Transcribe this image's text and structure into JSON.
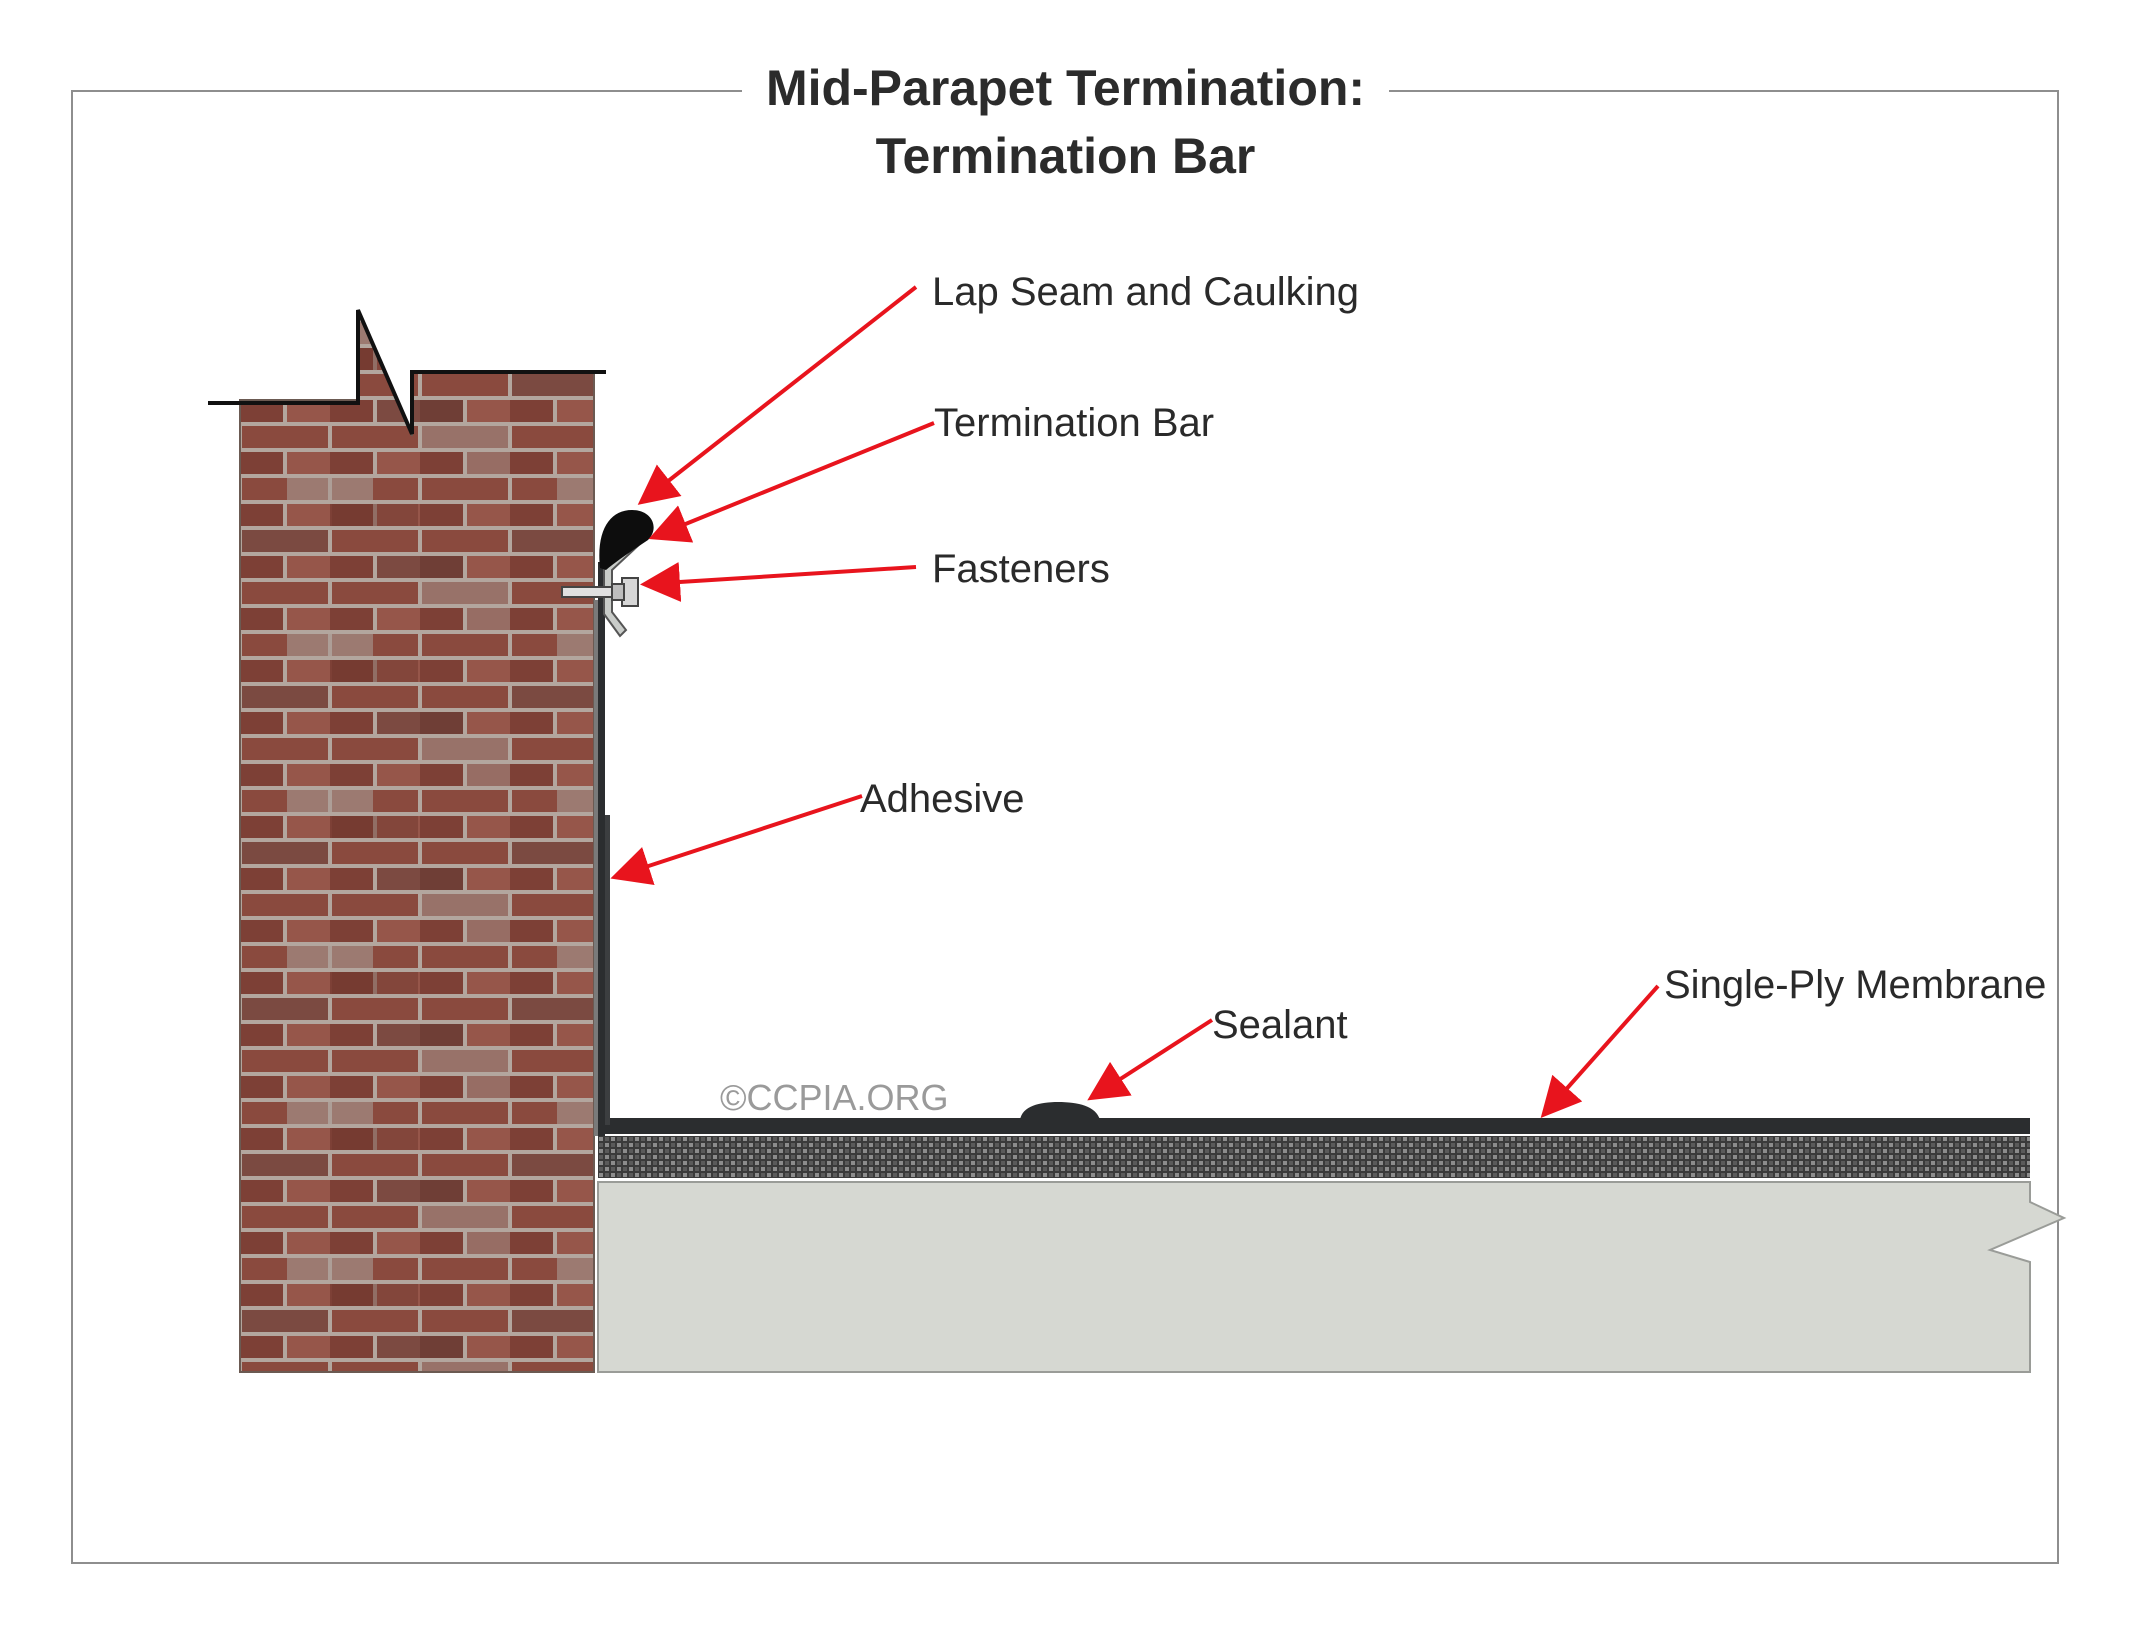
{
  "title": {
    "line1": "Mid-Parapet Termination:",
    "line2": "Termination Bar"
  },
  "labels": {
    "lap_seam": "Lap Seam and Caulking",
    "termination_bar": "Termination Bar",
    "fasteners": "Fasteners",
    "adhesive": "Adhesive",
    "sealant": "Sealant",
    "membrane": "Single-Ply Membrane"
  },
  "watermark": "©CCPIA.ORG",
  "colors": {
    "arrow": "#e8141d",
    "brick": "#8a4a3e",
    "mortar": "#b8aea6",
    "deck": "#d6d8d2",
    "membrane": "#2b2d2f"
  }
}
